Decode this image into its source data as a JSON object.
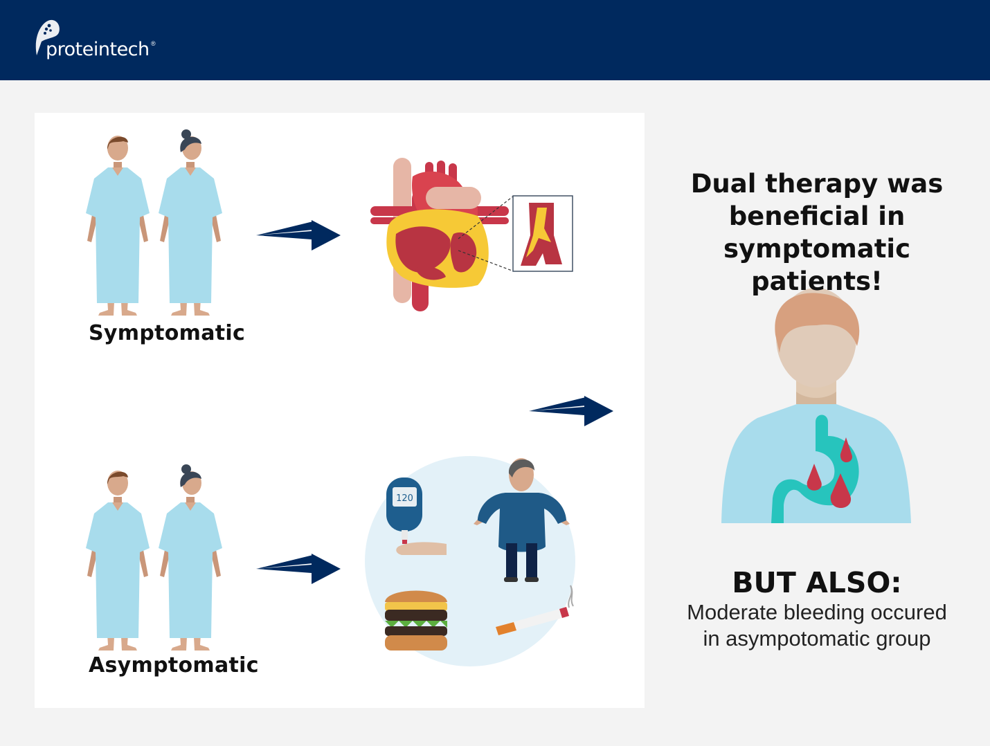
{
  "brand": {
    "name": "proteintech",
    "mark": "®"
  },
  "groups": [
    {
      "label": "Symptomatic"
    },
    {
      "label": "Asymptomatic"
    }
  ],
  "glucose_reading": "120",
  "result": {
    "headline_lines": [
      "Dual therapy was",
      "beneficial in",
      "symptomatic patients!"
    ],
    "but_also": "BUT ALSO:",
    "note_lines": [
      "Moderate bleeding occured",
      "in asympotomatic group"
    ]
  },
  "colors": {
    "header": "#00295e",
    "arrow": "#00295e",
    "gown": "#a8dcec",
    "skin": "#d8a98c",
    "stomach": "#27c4bd",
    "blood": "#c8374a"
  }
}
